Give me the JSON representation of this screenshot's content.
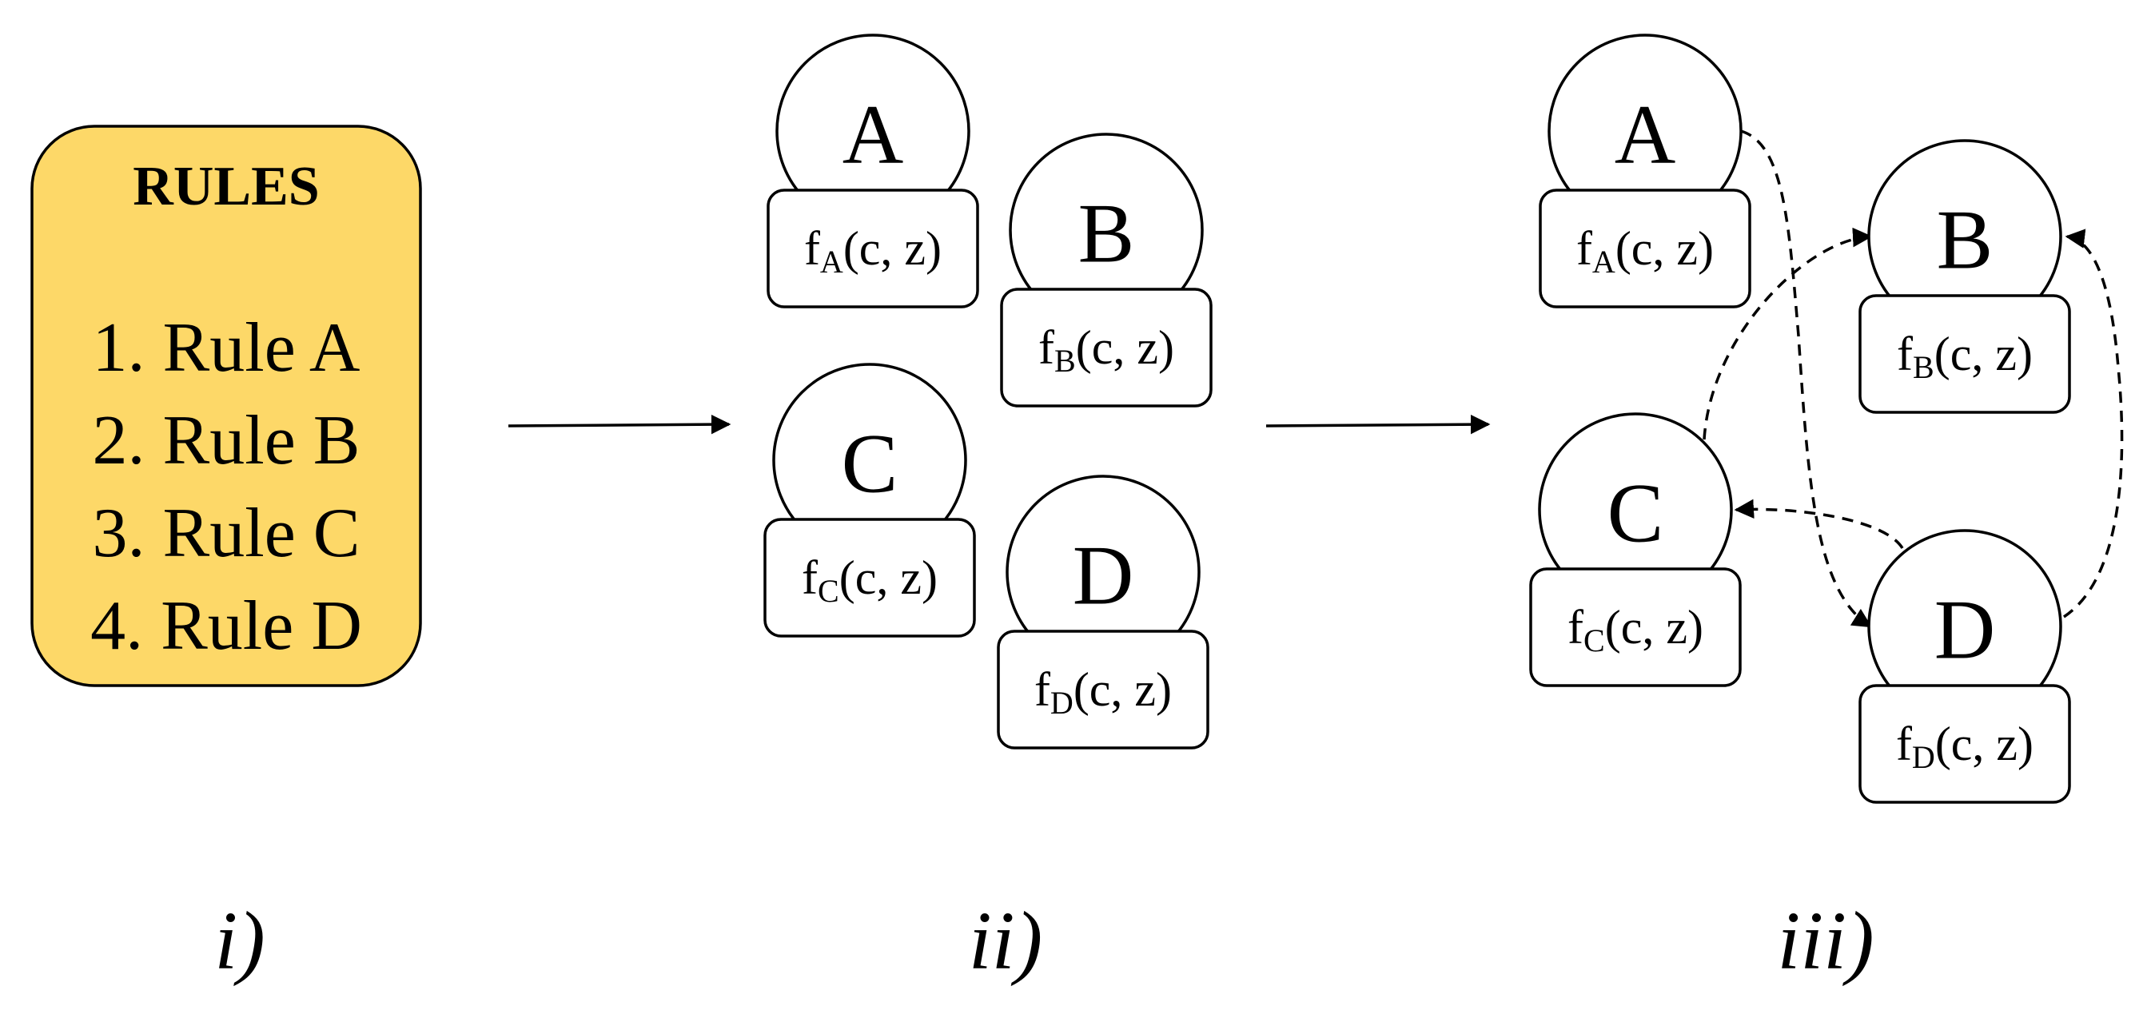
{
  "rules_box": {
    "title": "RULES",
    "items": [
      "1. Rule A",
      "2. Rule B",
      "3. Rule C",
      "4. Rule D"
    ],
    "fill_color": "#fdd868"
  },
  "panel_labels": [
    "i)",
    "ii)",
    "iii)"
  ],
  "function_parts": {
    "prefix": "f",
    "args": "(c, z)"
  },
  "panel_ii_nodes": [
    {
      "letter": "A",
      "subscript": "A"
    },
    {
      "letter": "B",
      "subscript": "B"
    },
    {
      "letter": "C",
      "subscript": "C"
    },
    {
      "letter": "D",
      "subscript": "D"
    }
  ],
  "panel_iii_nodes": [
    {
      "letter": "A",
      "subscript": "A"
    },
    {
      "letter": "B",
      "subscript": "B"
    },
    {
      "letter": "C",
      "subscript": "C"
    },
    {
      "letter": "D",
      "subscript": "D"
    }
  ],
  "panel_iii_edges": [
    {
      "from": "A",
      "to": "D",
      "style": "dashed"
    },
    {
      "from": "C",
      "to": "B",
      "style": "dashed"
    },
    {
      "from": "D",
      "to": "C",
      "style": "dashed"
    },
    {
      "from": "D",
      "to": "B",
      "style": "dashed"
    }
  ]
}
